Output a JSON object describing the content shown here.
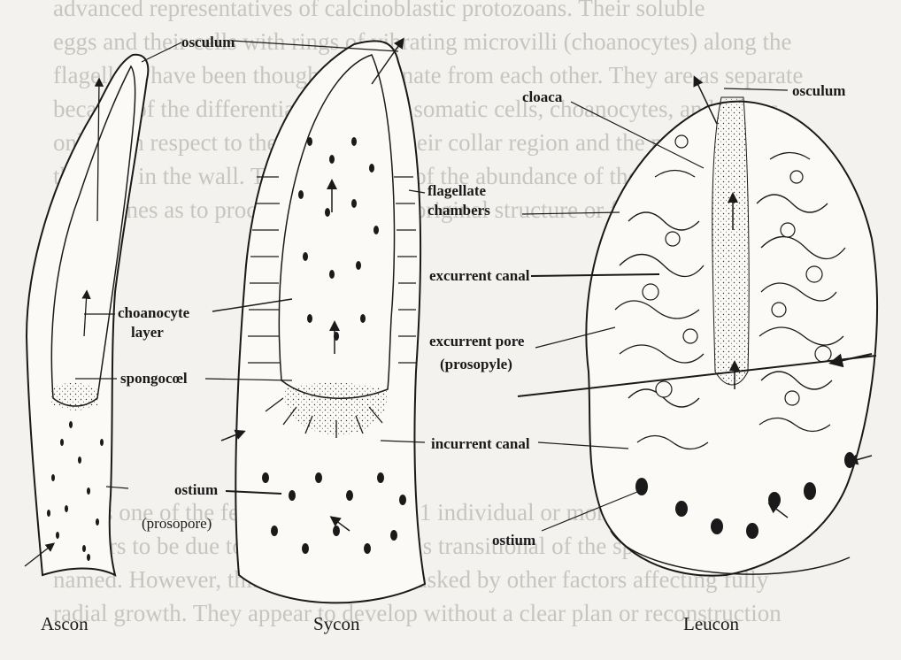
{
  "background_text": [
    "advanced representatives of calcinoblastic protozoans. Their soluble",
    "eggs and their cells with rings of vibrating microvilli (choanocytes) along the",
    "flagellum have been thought to originate from each other. They are as separate",
    "because of the differentiation of their somatic cells, choanocytes, and others",
    "only with respect to the cell field in their collar region and the pattern of",
    "the cells in the wall. The relative size of the abundance of these cells",
    "determines as to proceeding from the original structure or framework of",
    "",
    "",
    "",
    "",
    "",
    "",
    "",
    "",
    "shows one of the few cases from only 1 individual or more. Such case",
    "appears to be due to symmetry which is transitional of the sponge type",
    "named. However, this is sometimes masked by other factors affecting fully",
    "radial growth. They appear to develop without a clear plan or reconstruction"
  ],
  "labels": {
    "osculum_ascon": "osculum",
    "choanocyte_layer_1": "choanocyte",
    "choanocyte_layer_2": "layer",
    "spongocoel": "spongocœl",
    "ostium_ascon": "ostium",
    "prosopore": "(prosopore)",
    "flagellate_1": "flagellate",
    "flagellate_2": "chambers",
    "cloaca": "cloaca",
    "osculum_leucon": "osculum",
    "excurrent_canal": "excurrent canal",
    "excurrent_pore_1": "excurrent pore",
    "excurrent_pore_2": "(prosopyle)",
    "incurrent_canal": "incurrent canal",
    "ostium_leucon": "ostium"
  },
  "captions": {
    "ascon": "Ascon",
    "sycon": "Sycon",
    "leucon": "Leucon"
  }
}
